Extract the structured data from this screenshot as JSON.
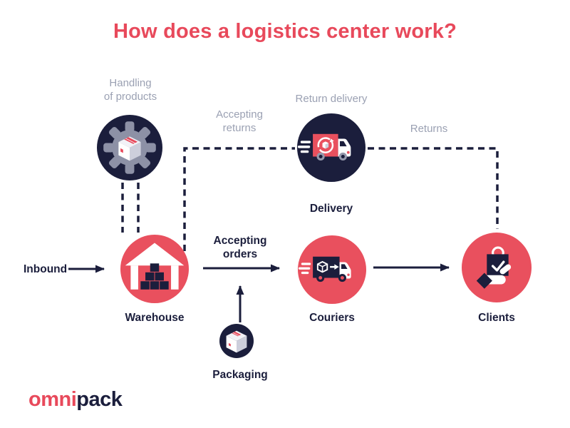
{
  "title": "How does a logistics center work?",
  "labels": {
    "handling": "Handling\nof products",
    "accepting_returns": "Accepting\nreturns",
    "return_delivery": "Return delivery",
    "returns": "Returns",
    "accepting_orders": "Accepting\norders",
    "inbound": "Inbound",
    "warehouse": "Warehouse",
    "delivery": "Delivery",
    "couriers": "Couriers",
    "clients": "Clients",
    "packaging": "Packaging"
  },
  "logo": {
    "prefix": "omni",
    "suffix": "pack"
  },
  "icons": {
    "handling": "gear-with-package-icon",
    "warehouse": "warehouse-boxes-icon",
    "delivery": "return-delivery-truck-icon",
    "couriers": "courier-truck-icon",
    "clients": "hand-holding-bag-icon",
    "packaging": "package-box-icon"
  },
  "colors": {
    "accent_red": "#E8495B",
    "circle_red": "#E9505E",
    "navy": "#1B1E3C",
    "gray_text": "#9BA1B3",
    "gear_gray": "#8D91A6",
    "box_side_gray": "#CDCFDC",
    "wheel_gray": "#9699AC",
    "background": "#FFFFFF"
  }
}
